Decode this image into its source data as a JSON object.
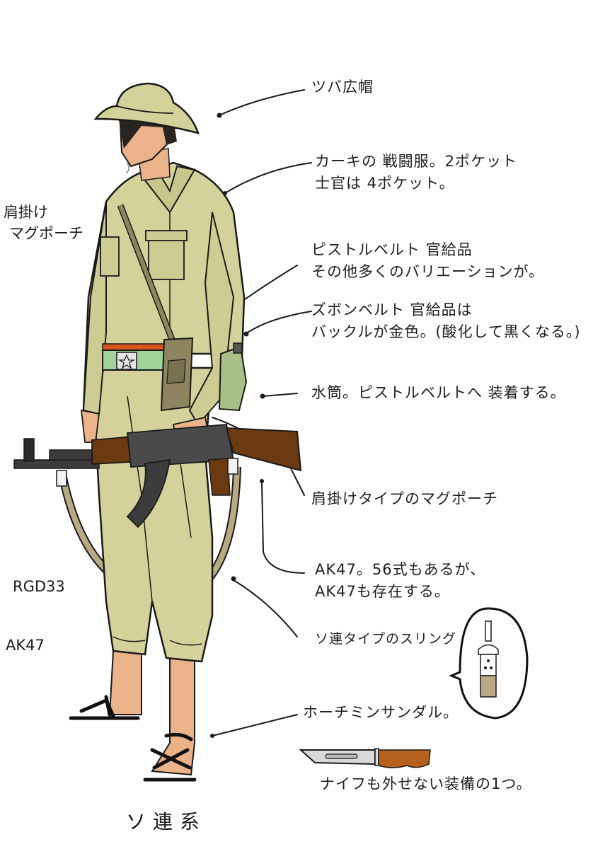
{
  "title": "ソ連系",
  "colors": {
    "khaki_uniform": "#d4d29a",
    "khaki_shadow": "#bdb983",
    "skin": "#eab38a",
    "hair": "#2a2420",
    "rifle_wood": "#6b3a10",
    "rifle_metal": "#3c3c3e",
    "belt_green": "#9fd39a",
    "belt_orange": "#d9541f",
    "sling_tan": "#b9aa83",
    "pouch_olive": "#8e8460",
    "canteen_green": "#a8c088",
    "sandal_black": "#111111",
    "knife_handle": "#b5601c",
    "knife_blade": "#d9d9d9",
    "ink": "#1a1a1a"
  },
  "annotations": [
    {
      "id": "hat",
      "lines": [
        "ツバ広帽"
      ]
    },
    {
      "id": "uniform",
      "lines": [
        "カーキの 戦闘服。2ポケット",
        "士官は 4ポケット。"
      ]
    },
    {
      "id": "pistol_belt",
      "lines": [
        "ピストルベルト 官給品",
        "その他多くのバリエーションが。"
      ]
    },
    {
      "id": "trouser_belt",
      "lines": [
        "ズボンベルト 官給品は",
        "バックルが金色。(酸化して黒くなる。)"
      ]
    },
    {
      "id": "canteen",
      "lines": [
        "水筒。ピストルベルトへ 装着する。"
      ]
    },
    {
      "id": "mag_pouch",
      "lines": [
        "肩掛けタイプのマグポーチ"
      ]
    },
    {
      "id": "rifle",
      "lines": [
        "AK47。56式もあるが、",
        "AK47も存在する。"
      ]
    },
    {
      "id": "sling",
      "lines": [
        "ソ連タイプのスリング"
      ]
    },
    {
      "id": "sandals",
      "lines": [
        "ホーチミンサンダル。"
      ]
    },
    {
      "id": "knife",
      "lines": [
        "ナイフも外せない装備の1つ。"
      ]
    }
  ],
  "side_labels": {
    "shoulder_pouch": [
      "肩掛け",
      "マグポーチ"
    ],
    "grenade": "RGD33",
    "weapon": "AK47"
  },
  "inset": {
    "subject": "sling-buckle-detail"
  }
}
